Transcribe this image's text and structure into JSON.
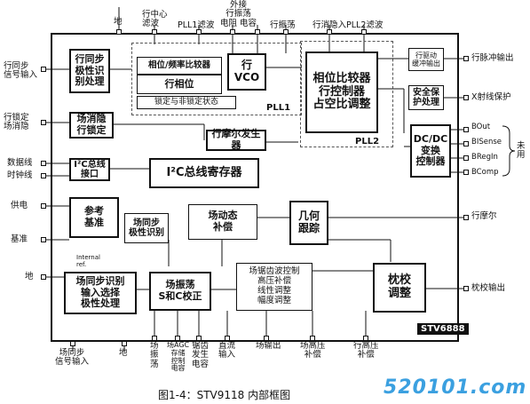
{
  "chip_name": "STV6888",
  "caption": "图1-4：STV9118 内部框图",
  "watermark": "520101.com",
  "blocks": {
    "h_sync_polarity": "行同步\n极性识\n别处理",
    "phase_freq_cmp": "相位/频率比较器",
    "h_phase": "行相位",
    "lock_state": "锁定与非锁定状态",
    "h_vco": "行\nVCO",
    "phase_cmp_ctrl": "相位比较器\n行控制器\n占空比调整",
    "h_drive_buffer": "行驱动\n缓冲输出",
    "safety": "安全保\n护处理",
    "v_blank_h_lock": "场消隐\n行锁定",
    "moire_gen": "行摩尔发生器",
    "dcdc": "DC/DC\n变换\n控制器",
    "i2c_interface": "I²C总线\n接口",
    "i2c_register": "I²C总线寄存器",
    "reference": "参考\n基准",
    "v_sync_polarity": "场同步\n极性识别",
    "v_dynamic": "场动态\n补偿",
    "geometry": "几何\n跟踪",
    "v_sync_select": "场同步识别\n输入选择\n极性处理",
    "v_osc": "场振荡\nS和C校正",
    "v_saw_ctrl": "场锯齿波控制\n高压补偿\n线性调整\n幅度调整",
    "pincushion": "枕校\n调整"
  },
  "loop_labels": {
    "pll1": "PLL1",
    "pll2": "PLL2"
  },
  "internal_ref": "Internal\nref.",
  "pins_left": [
    "行同步\n信号输入",
    "行锁定\n场消隐",
    "数据线",
    "时钟线",
    "供电",
    "基准",
    "地"
  ],
  "pins_top": [
    "地",
    "行中心\n滤波",
    "PLL1滤波",
    "外接\n行振荡\n电阻 电容",
    "行振荡",
    "行消隐入",
    "PLL2滤波"
  ],
  "pins_right": [
    "行脉冲输出",
    "X射线保护",
    "BOut",
    "BISense",
    "BRegIn",
    "BComp",
    "行摩尔",
    "枕校输出"
  ],
  "unused_label": "未\n用",
  "pins_bottom": [
    "场同步\n信号输入",
    "地",
    "场\n振\n荡",
    "场AGC\n存储\n控制\n电容",
    "锯齿\n发生\n电容",
    "直流\n输入",
    "场输出",
    "场高压\n补偿",
    "行高压\n补偿"
  ]
}
